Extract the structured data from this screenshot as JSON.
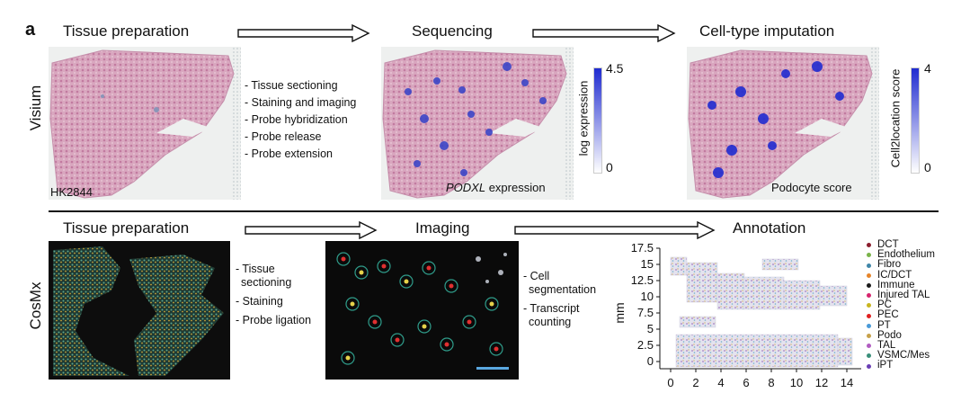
{
  "panel_letter": "a",
  "visium": {
    "row_label": "Visium",
    "titles": [
      "Tissue preparation",
      "Sequencing",
      "Cell-type imputation"
    ],
    "sample_label": "HK2844",
    "prep_steps": [
      "- Tissue sectioning",
      "- Staining and imaging",
      "- Probe hybridization",
      "- Probe release",
      "- Probe extension"
    ],
    "seq_caption_gene": "PODXL",
    "seq_caption_rest": " expression",
    "seq_colorbar": {
      "label": "log expression",
      "max": "4.5",
      "min": "0"
    },
    "imp_caption": "Podocyte score",
    "imp_colorbar": {
      "label": "Cell2location score",
      "max": "4",
      "min": "0"
    }
  },
  "cosmx": {
    "row_label": "CosMx",
    "titles": [
      "Tissue preparation",
      "Imaging",
      "Annotation"
    ],
    "prep_steps": [
      "- Tissue",
      "sectioning",
      "- Staining",
      "- Probe ligation"
    ],
    "imaging_steps": [
      "- Cell",
      "segmentation",
      "- Transcript",
      "counting"
    ],
    "annotation_plot": {
      "ylabel": "mm",
      "y_ticks": [
        "17.5",
        "15",
        "12.5",
        "10",
        "7.5",
        "5",
        "2.5",
        "0"
      ],
      "x_ticks": [
        "0",
        "2",
        "4",
        "6",
        "8",
        "10",
        "12",
        "14"
      ]
    },
    "legend": [
      {
        "name": "DCT",
        "color": "#8b1e2e"
      },
      {
        "name": "Endothelium",
        "color": "#7ab34a"
      },
      {
        "name": "Fibro",
        "color": "#3f86a8"
      },
      {
        "name": "IC/DCT",
        "color": "#e6852a"
      },
      {
        "name": "Immune",
        "color": "#1a1a1a"
      },
      {
        "name": "Injured TAL",
        "color": "#d6246e"
      },
      {
        "name": "PC",
        "color": "#c9b520"
      },
      {
        "name": "PEC",
        "color": "#e02020"
      },
      {
        "name": "PT",
        "color": "#4a9ad8"
      },
      {
        "name": "Podo",
        "color": "#c7a14a"
      },
      {
        "name": "TAL",
        "color": "#b15cc1"
      },
      {
        "name": "VSMC/Mes",
        "color": "#3a8f7a"
      },
      {
        "name": "iPT",
        "color": "#6a3fb5"
      }
    ]
  }
}
